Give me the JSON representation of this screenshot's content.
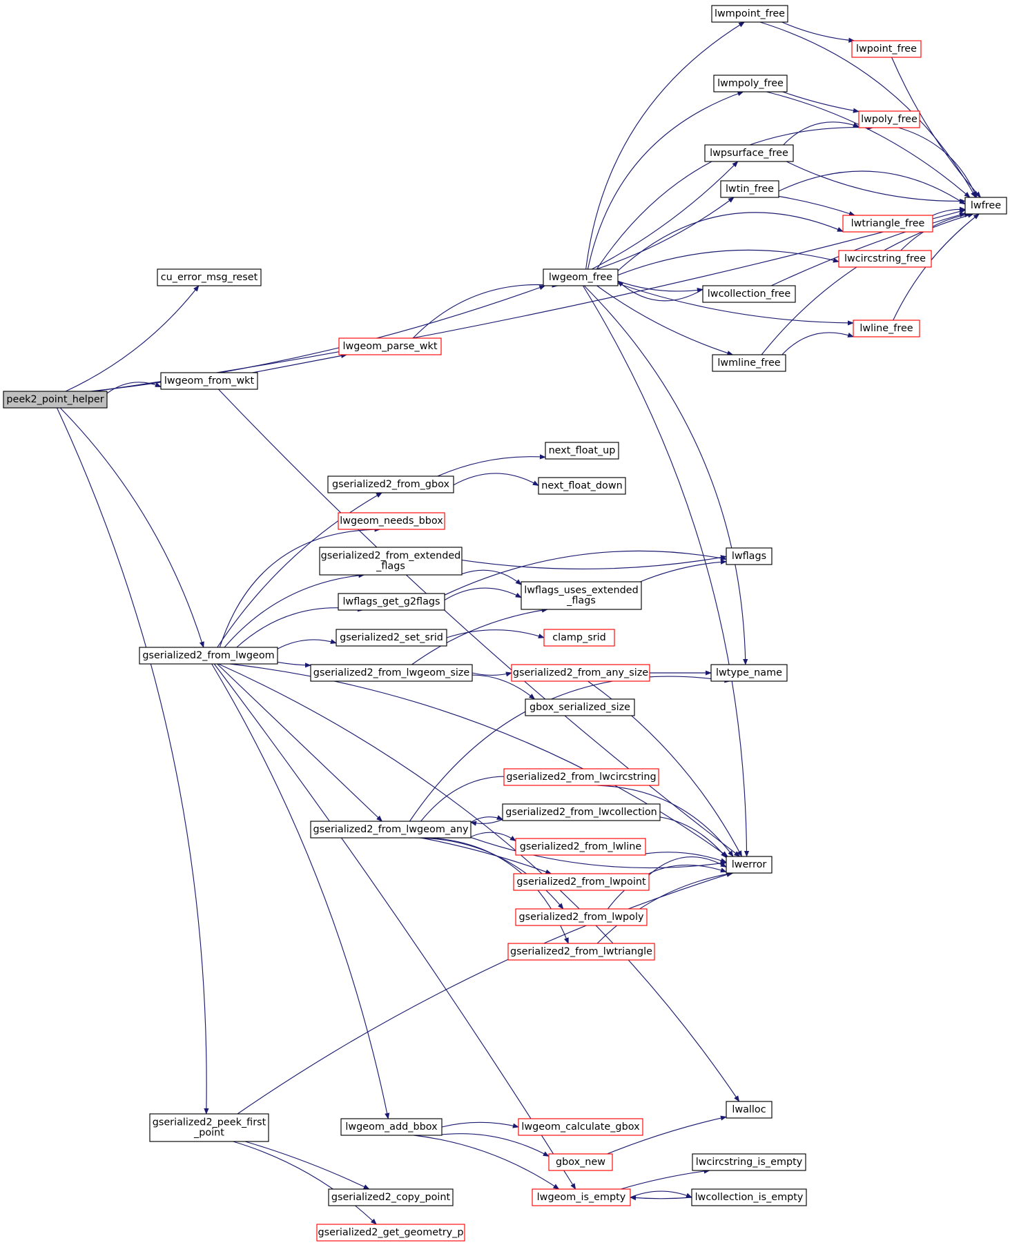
{
  "graph": {
    "root": "peek2_point_helper",
    "colors": {
      "edge": "#191970",
      "node_border": "#000000",
      "node_border_incomplete": "#ff0000",
      "root_fill": "#bfbfbf"
    },
    "nodes": [
      {
        "id": "peek2",
        "label": "peek2_point_helper",
        "style": "root"
      },
      {
        "id": "cu_err",
        "label": "cu_error_msg_reset",
        "style": "normal"
      },
      {
        "id": "from_wkt",
        "label": "lwgeom_from_wkt",
        "style": "normal"
      },
      {
        "id": "parse_wkt",
        "label": "lwgeom_parse_wkt",
        "style": "incomplete"
      },
      {
        "id": "lwgeom_free",
        "label": "lwgeom_free",
        "style": "normal"
      },
      {
        "id": "mpoint_free",
        "label": "lwmpoint_free",
        "style": "normal"
      },
      {
        "id": "point_free",
        "label": "lwpoint_free",
        "style": "incomplete"
      },
      {
        "id": "mpoly_free",
        "label": "lwmpoly_free",
        "style": "normal"
      },
      {
        "id": "poly_free",
        "label": "lwpoly_free",
        "style": "incomplete"
      },
      {
        "id": "psurf_free",
        "label": "lwpsurface_free",
        "style": "normal"
      },
      {
        "id": "tin_free",
        "label": "lwtin_free",
        "style": "normal"
      },
      {
        "id": "tri_free",
        "label": "lwtriangle_free",
        "style": "incomplete"
      },
      {
        "id": "circ_free",
        "label": "lwcircstring_free",
        "style": "incomplete"
      },
      {
        "id": "coll_free",
        "label": "lwcollection_free",
        "style": "normal"
      },
      {
        "id": "line_free",
        "label": "lwline_free",
        "style": "incomplete"
      },
      {
        "id": "mline_free",
        "label": "lwmline_free",
        "style": "normal"
      },
      {
        "id": "lwfree",
        "label": "lwfree",
        "style": "normal"
      },
      {
        "id": "g2_from_lwgeom",
        "label": "gserialized2_from_lwgeom",
        "style": "normal"
      },
      {
        "id": "g2_from_gbox",
        "label": "gserialized2_from_gbox",
        "style": "normal"
      },
      {
        "id": "nf_up",
        "label": "next_float_up",
        "style": "normal"
      },
      {
        "id": "nf_down",
        "label": "next_float_down",
        "style": "normal"
      },
      {
        "id": "needs_bbox",
        "label": "lwgeom_needs_bbox",
        "style": "incomplete"
      },
      {
        "id": "g2_ext_flags",
        "label": "gserialized2_from_extended\n_flags",
        "style": "normal"
      },
      {
        "id": "lwflags",
        "label": "lwflags",
        "style": "normal"
      },
      {
        "id": "flags_g2",
        "label": "lwflags_get_g2flags",
        "style": "normal"
      },
      {
        "id": "uses_ext",
        "label": "lwflags_uses_extended\n_flags",
        "style": "normal"
      },
      {
        "id": "set_srid",
        "label": "gserialized2_set_srid",
        "style": "normal"
      },
      {
        "id": "clamp_srid",
        "label": "clamp_srid",
        "style": "incomplete"
      },
      {
        "id": "g2_size",
        "label": "gserialized2_from_lwgeom_size",
        "style": "normal"
      },
      {
        "id": "g2_any_size",
        "label": "gserialized2_from_any_size",
        "style": "incomplete"
      },
      {
        "id": "lwtype_name",
        "label": "lwtype_name",
        "style": "normal"
      },
      {
        "id": "gbox_ser_size",
        "label": "gbox_serialized_size",
        "style": "normal"
      },
      {
        "id": "g2_from_circ",
        "label": "gserialized2_from_lwcircstring",
        "style": "incomplete"
      },
      {
        "id": "g2_any",
        "label": "gserialized2_from_lwgeom_any",
        "style": "normal"
      },
      {
        "id": "g2_from_coll",
        "label": "gserialized2_from_lwcollection",
        "style": "normal"
      },
      {
        "id": "g2_from_line",
        "label": "gserialized2_from_lwline",
        "style": "incomplete"
      },
      {
        "id": "g2_from_point",
        "label": "gserialized2_from_lwpoint",
        "style": "incomplete"
      },
      {
        "id": "g2_from_poly",
        "label": "gserialized2_from_lwpoly",
        "style": "incomplete"
      },
      {
        "id": "g2_from_tri",
        "label": "gserialized2_from_lwtriangle",
        "style": "incomplete"
      },
      {
        "id": "lwerror",
        "label": "lwerror",
        "style": "normal"
      },
      {
        "id": "lwalloc",
        "label": "lwalloc",
        "style": "normal"
      },
      {
        "id": "peek_first",
        "label": "gserialized2_peek_first\n_point",
        "style": "normal"
      },
      {
        "id": "add_bbox",
        "label": "lwgeom_add_bbox",
        "style": "normal"
      },
      {
        "id": "calc_gbox",
        "label": "lwgeom_calculate_gbox",
        "style": "incomplete"
      },
      {
        "id": "gbox_new",
        "label": "gbox_new",
        "style": "incomplete"
      },
      {
        "id": "circ_empty",
        "label": "lwcircstring_is_empty",
        "style": "normal"
      },
      {
        "id": "is_empty",
        "label": "lwgeom_is_empty",
        "style": "incomplete"
      },
      {
        "id": "coll_empty",
        "label": "lwcollection_is_empty",
        "style": "normal"
      },
      {
        "id": "copy_point",
        "label": "gserialized2_copy_point",
        "style": "normal"
      },
      {
        "id": "get_geom_p",
        "label": "gserialized2_get_geometry_p",
        "style": "incomplete"
      }
    ],
    "edges": [
      [
        "peek2",
        "cu_err"
      ],
      [
        "peek2",
        "lwgeom_free"
      ],
      [
        "peek2",
        "from_wkt"
      ],
      [
        "peek2",
        "lwfree"
      ],
      [
        "peek2",
        "g2_from_lwgeom"
      ],
      [
        "peek2",
        "peek_first"
      ],
      [
        "from_wkt",
        "parse_wkt"
      ],
      [
        "from_wkt",
        "lwerror"
      ],
      [
        "parse_wkt",
        "lwgeom_free"
      ],
      [
        "lwgeom_free",
        "mpoint_free"
      ],
      [
        "lwgeom_free",
        "mpoly_free"
      ],
      [
        "lwgeom_free",
        "poly_free"
      ],
      [
        "lwgeom_free",
        "psurf_free"
      ],
      [
        "lwgeom_free",
        "tin_free"
      ],
      [
        "lwgeom_free",
        "tri_free"
      ],
      [
        "lwgeom_free",
        "circ_free"
      ],
      [
        "lwgeom_free",
        "coll_free"
      ],
      [
        "lwgeom_free",
        "line_free"
      ],
      [
        "lwgeom_free",
        "mline_free"
      ],
      [
        "lwgeom_free",
        "lwerror"
      ],
      [
        "lwgeom_free",
        "lwtype_name"
      ],
      [
        "mpoint_free",
        "point_free"
      ],
      [
        "mpoint_free",
        "lwfree"
      ],
      [
        "point_free",
        "lwfree"
      ],
      [
        "mpoly_free",
        "poly_free"
      ],
      [
        "mpoly_free",
        "lwfree"
      ],
      [
        "poly_free",
        "lwfree"
      ],
      [
        "psurf_free",
        "poly_free"
      ],
      [
        "psurf_free",
        "lwfree"
      ],
      [
        "tin_free",
        "tri_free"
      ],
      [
        "tin_free",
        "lwfree"
      ],
      [
        "tri_free",
        "lwfree"
      ],
      [
        "circ_free",
        "lwfree"
      ],
      [
        "coll_free",
        "lwgeom_free"
      ],
      [
        "coll_free",
        "lwfree"
      ],
      [
        "line_free",
        "lwfree"
      ],
      [
        "mline_free",
        "line_free"
      ],
      [
        "mline_free",
        "lwfree"
      ],
      [
        "g2_from_lwgeom",
        "g2_from_gbox"
      ],
      [
        "g2_from_lwgeom",
        "needs_bbox"
      ],
      [
        "g2_from_lwgeom",
        "g2_ext_flags"
      ],
      [
        "g2_from_lwgeom",
        "flags_g2"
      ],
      [
        "g2_from_lwgeom",
        "set_srid"
      ],
      [
        "g2_from_lwgeom",
        "g2_size"
      ],
      [
        "g2_from_lwgeom",
        "g2_any"
      ],
      [
        "g2_from_lwgeom",
        "lwerror"
      ],
      [
        "g2_from_lwgeom",
        "lwalloc"
      ],
      [
        "g2_from_lwgeom",
        "add_bbox"
      ],
      [
        "g2_from_lwgeom",
        "is_empty"
      ],
      [
        "g2_from_gbox",
        "nf_up"
      ],
      [
        "g2_from_gbox",
        "nf_down"
      ],
      [
        "g2_ext_flags",
        "lwflags"
      ],
      [
        "g2_ext_flags",
        "uses_ext"
      ],
      [
        "flags_g2",
        "lwflags"
      ],
      [
        "flags_g2",
        "uses_ext"
      ],
      [
        "uses_ext",
        "lwflags"
      ],
      [
        "set_srid",
        "clamp_srid"
      ],
      [
        "g2_size",
        "uses_ext"
      ],
      [
        "g2_size",
        "g2_any_size"
      ],
      [
        "g2_size",
        "gbox_ser_size"
      ],
      [
        "g2_any_size",
        "lwtype_name"
      ],
      [
        "g2_any_size",
        "lwerror"
      ],
      [
        "g2_any",
        "lwtype_name"
      ],
      [
        "g2_any",
        "g2_from_circ"
      ],
      [
        "g2_any",
        "g2_from_coll"
      ],
      [
        "g2_any",
        "g2_from_line"
      ],
      [
        "g2_any",
        "g2_from_point"
      ],
      [
        "g2_any",
        "g2_from_poly"
      ],
      [
        "g2_any",
        "g2_from_tri"
      ],
      [
        "g2_any",
        "lwerror"
      ],
      [
        "g2_from_circ",
        "lwerror"
      ],
      [
        "g2_from_coll",
        "g2_any"
      ],
      [
        "g2_from_coll",
        "lwerror"
      ],
      [
        "g2_from_line",
        "lwerror"
      ],
      [
        "g2_from_point",
        "lwerror"
      ],
      [
        "g2_from_poly",
        "lwerror"
      ],
      [
        "g2_from_tri",
        "lwerror"
      ],
      [
        "peek_first",
        "lwerror"
      ],
      [
        "peek_first",
        "copy_point"
      ],
      [
        "peek_first",
        "get_geom_p"
      ],
      [
        "add_bbox",
        "calc_gbox"
      ],
      [
        "add_bbox",
        "gbox_new"
      ],
      [
        "add_bbox",
        "is_empty"
      ],
      [
        "gbox_new",
        "lwalloc"
      ],
      [
        "is_empty",
        "circ_empty"
      ],
      [
        "is_empty",
        "coll_empty"
      ],
      [
        "coll_empty",
        "is_empty"
      ]
    ]
  }
}
